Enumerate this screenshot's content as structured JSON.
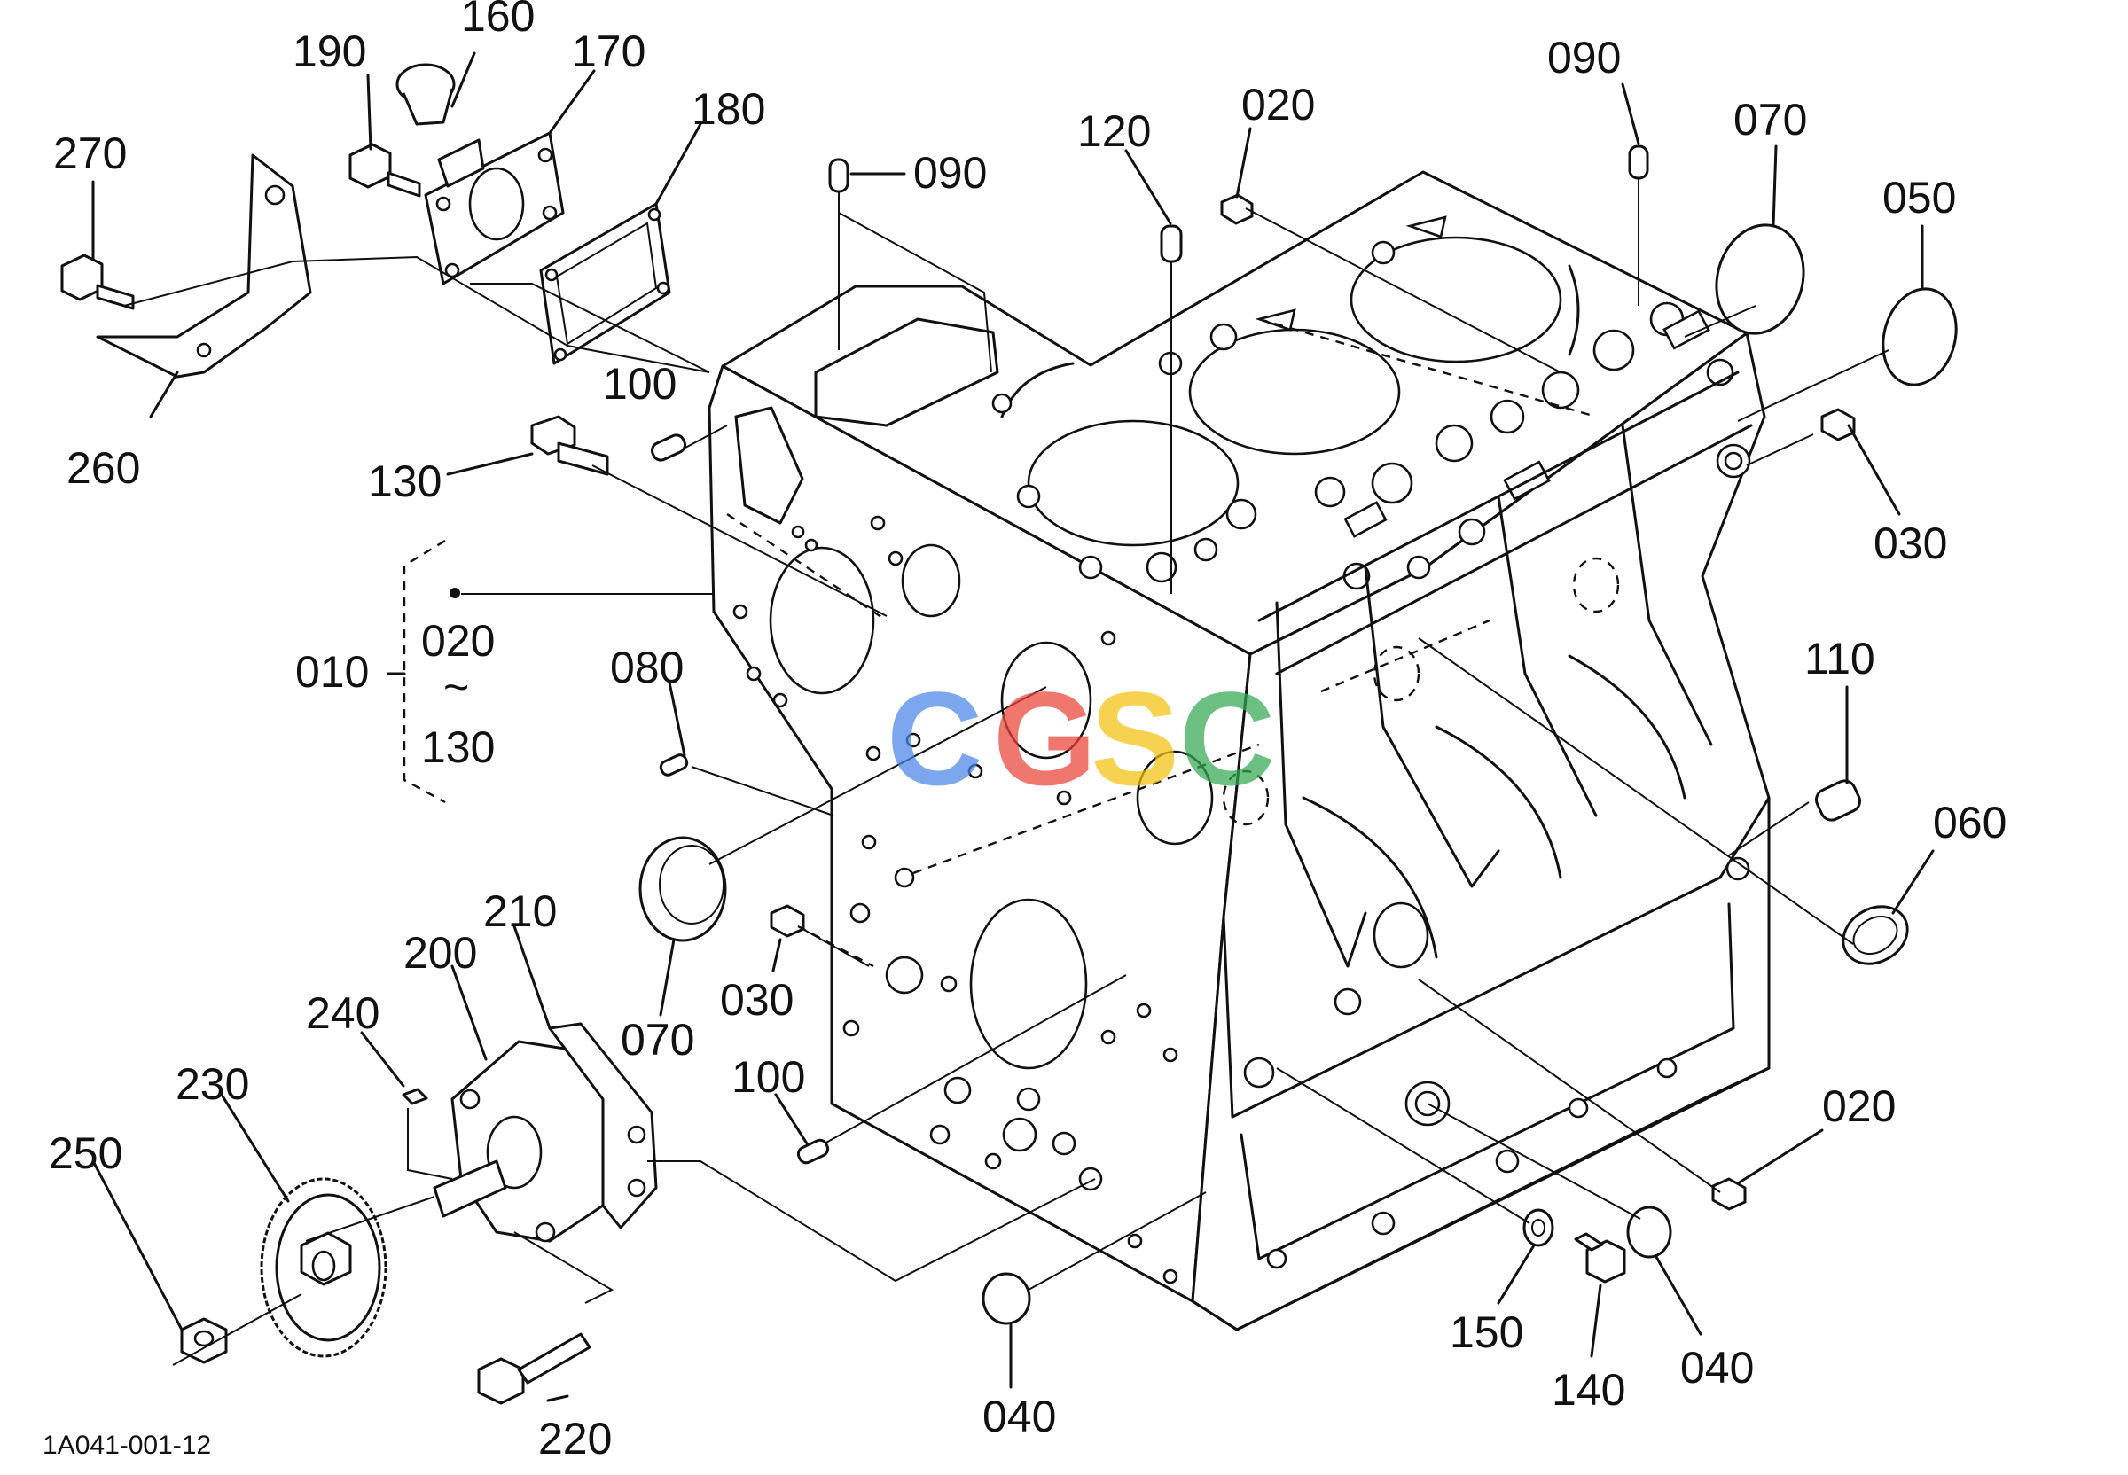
{
  "drawing_ref": "1A041-001-12",
  "watermark": {
    "letters": [
      "C",
      "G",
      "S",
      "C"
    ],
    "colors": [
      "#4a86e8",
      "#ea4335",
      "#f4c20d",
      "#34a853"
    ]
  },
  "bracket_range": {
    "top": "020",
    "tilde": "~",
    "bottom": "130"
  },
  "callouts": [
    {
      "id": "c-160",
      "text": "160"
    },
    {
      "id": "c-190",
      "text": "190"
    },
    {
      "id": "c-170",
      "text": "170"
    },
    {
      "id": "c-180",
      "text": "180"
    },
    {
      "id": "c-270",
      "text": "270"
    },
    {
      "id": "c-260",
      "text": "260"
    },
    {
      "id": "c-100a",
      "text": "100"
    },
    {
      "id": "c-130",
      "text": "130"
    },
    {
      "id": "c-090a",
      "text": "090"
    },
    {
      "id": "c-120",
      "text": "120"
    },
    {
      "id": "c-020a",
      "text": "020"
    },
    {
      "id": "c-090b",
      "text": "090"
    },
    {
      "id": "c-070a",
      "text": "070"
    },
    {
      "id": "c-050",
      "text": "050"
    },
    {
      "id": "c-030a",
      "text": "030"
    },
    {
      "id": "c-010",
      "text": "010"
    },
    {
      "id": "c-080",
      "text": "080"
    },
    {
      "id": "c-110",
      "text": "110"
    },
    {
      "id": "c-060",
      "text": "060"
    },
    {
      "id": "c-070b",
      "text": "070"
    },
    {
      "id": "c-030b",
      "text": "030"
    },
    {
      "id": "c-210",
      "text": "210"
    },
    {
      "id": "c-200",
      "text": "200"
    },
    {
      "id": "c-240",
      "text": "240"
    },
    {
      "id": "c-230",
      "text": "230"
    },
    {
      "id": "c-250",
      "text": "250"
    },
    {
      "id": "c-100b",
      "text": "100"
    },
    {
      "id": "c-020b",
      "text": "020"
    },
    {
      "id": "c-150",
      "text": "150"
    },
    {
      "id": "c-140",
      "text": "140"
    },
    {
      "id": "c-040a",
      "text": "040"
    },
    {
      "id": "c-040b",
      "text": "040"
    },
    {
      "id": "c-220",
      "text": "220"
    }
  ]
}
